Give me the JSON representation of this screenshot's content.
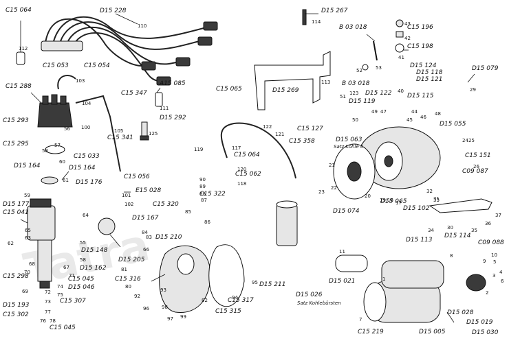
{
  "watermark": "Tatra",
  "codes": {
    "c15064a": "C15 064",
    "d15228": "D15 228",
    "d15267": "D15 267",
    "b03018a": "B 03 018",
    "c15196": "C15 196",
    "c15198": "C15 198",
    "c15053": "C15 053",
    "c15054": "C15 054",
    "c15288": "C15 288",
    "c15347": "C15 347",
    "a15085": "A15 085",
    "d15269": "D15 269",
    "b03018b": "B 03 018",
    "d15122": "D15 122",
    "d15119": "D15 119",
    "d15124": "D15 124",
    "d15118": "D15 118",
    "d15121": "D15 121",
    "d15115": "D15 115",
    "d15079": "D15 079",
    "c15293": "C15 293",
    "c15065": "C15 065",
    "d15292": "D15 292",
    "c15341": "C15 341",
    "c15127": "C15 127",
    "d15063": "D15 063",
    "c15358": "C15 358",
    "d15055a": "D15 055",
    "c15295": "C15 295",
    "c15033": "C15 033",
    "d15164": "D15 164",
    "d15164b": "D15 164",
    "c15056": "C15 056",
    "c15064b": "C15 064",
    "c15062": "C15 062",
    "c15151": "C15 151",
    "c09087": "C09 087",
    "d15176": "D15 176",
    "e15028": "E15 028",
    "c15322": "C15 322",
    "d15177": "D15 177",
    "c15041": "C15 041",
    "c15320": "C15 320",
    "d15074": "D15 074",
    "d15065": "D15 065",
    "d15102": "D15 102",
    "d15167": "D15 167",
    "d15210": "D15 210",
    "d15148": "D15 148",
    "d15113": "D15 113",
    "d15114": "D15 114",
    "c09088": "C09 088",
    "d15205": "D15 205",
    "d15162": "D15 162",
    "c15298": "C15 298",
    "c15045a": "C15 045",
    "d15046": "D15 046",
    "c15316": "C15 316",
    "c15307": "C15 307",
    "d15193": "D15 193",
    "c15302": "C15 302",
    "c15045b": "C15 045",
    "d15211": "D15 211",
    "c15317": "C15 317",
    "c15315": "C15 315",
    "d15021": "D15 021",
    "d15026": "D15 026",
    "c15219": "C15 219",
    "d15005": "D15 005",
    "d15028": "D15 028",
    "d15019": "D15 019",
    "d15030": "D15 030"
  },
  "notes": {
    "satz1": "Satz Kohle 6.",
    "satz2": "Satz Kohlebürsten"
  },
  "refs": {
    "n112": "112",
    "n110": "110",
    "n114": "114",
    "n43": "43",
    "n42": "42",
    "n41": "41",
    "n53": "53",
    "n52": "52",
    "n103": "103",
    "n104": "104",
    "n113": "113",
    "n51": "51",
    "n123": "123",
    "n49": "49",
    "n47": "47",
    "n40": "40",
    "n44": "44",
    "n46": "46",
    "n48": "48",
    "n29": "29",
    "n56": "56",
    "n100": "100",
    "n105": "105",
    "n111": "111",
    "n125": "125",
    "n50": "50",
    "n45": "45",
    "n122": "122",
    "n121": "121",
    "n57": "57",
    "n58a": "58",
    "n60": "60",
    "n119": "119",
    "n117": "117",
    "n120": "120",
    "n118": "118",
    "n21": "21",
    "n22": "22",
    "n23": "23",
    "n24": "24",
    "n25": "25",
    "n26": "26",
    "n61": "61",
    "n101": "101",
    "n102": "102",
    "n90": "90",
    "n89": "89",
    "n88": "88",
    "n87": "87",
    "n59": "59",
    "n20": "20",
    "n19": "19",
    "n18": "18",
    "n17": "17",
    "n32": "32",
    "n33": "33",
    "n31": "31",
    "n64": "64",
    "n85": "85",
    "n86": "86",
    "n30": "30",
    "n34": "34",
    "n35": "35",
    "n36": "36",
    "n37": "37",
    "n62": "62",
    "n63": "63",
    "n65": "65",
    "n55": "55",
    "n84": "84",
    "n83": "83",
    "n66": "66",
    "n58b": "58",
    "n68": "68",
    "n70": "70",
    "n69": "69",
    "n67": "67",
    "n71": "71",
    "n74": "74",
    "n75": "75",
    "n72": "72",
    "n73": "73",
    "n77": "77",
    "n76": "76",
    "n78": "78",
    "n81": "81",
    "n80": "80",
    "n92": "92",
    "n93": "93",
    "n82": "82",
    "n94": "94",
    "n95": "95",
    "n96": "96",
    "n98": "98",
    "n97": "97",
    "n99": "99",
    "n8": "8",
    "n9": "9",
    "n10": "10",
    "n11": "11",
    "n2": "2",
    "n3": "3",
    "n4": "4",
    "n5": "5",
    "n6": "6",
    "n7": "7",
    "n1": "1"
  }
}
